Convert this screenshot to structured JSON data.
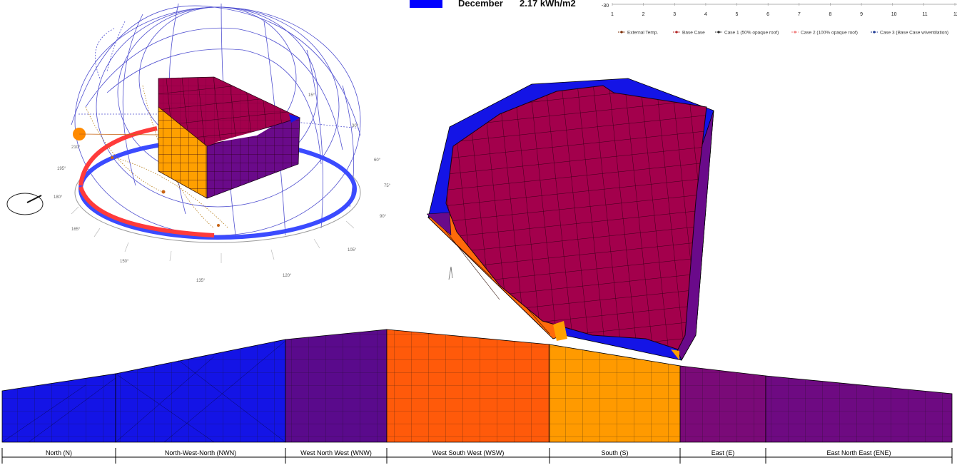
{
  "radiation_legend": {
    "month": "December",
    "value": "2.17 kWh/m2",
    "swatch_color": "#0000ff"
  },
  "temperature_chart": {
    "y_min_label": "-30",
    "x_ticks": [
      "1",
      "2",
      "3",
      "4",
      "5",
      "6",
      "7",
      "8",
      "9",
      "10",
      "11",
      "12"
    ],
    "legend": [
      {
        "label": "External Temp.",
        "color": "#7a2a00"
      },
      {
        "label": "Base Case",
        "color": "#b22222"
      },
      {
        "label": "Case 1 (50% opaque roof)",
        "color": "#222222"
      },
      {
        "label": "Case 2 (100% opaque roof)",
        "color": "#f08080"
      },
      {
        "label": "Case 3 (Base Case w/ventilation)",
        "color": "#1f3a93"
      }
    ]
  },
  "sun_path": {
    "angle_labels": [
      "15°",
      "30°",
      "60°",
      "75°",
      "90°",
      "105°",
      "120°",
      "135°",
      "150°",
      "165°",
      "180°",
      "195°",
      "210°"
    ]
  },
  "elevation_strip": {
    "segments": [
      {
        "label": "North (N)",
        "color": "#1414e6"
      },
      {
        "label": "North-West-North (NWN)",
        "color": "#1414e6"
      },
      {
        "label": "West North West (WNW)",
        "color": "#5a0a8c"
      },
      {
        "label": "West South West (WSW)",
        "color": "#ff5a0a"
      },
      {
        "label": "South (S)",
        "color": "#ff9a00"
      },
      {
        "label": "East (E)",
        "color": "#7a0a78"
      },
      {
        "label": "East North East (ENE)",
        "color": "#6e0a82"
      }
    ]
  },
  "colors": {
    "roof": "#a0004a",
    "blue": "#1414e6",
    "orange": "#ff9a00",
    "purple": "#6a0a8a",
    "sunpath_red": "#ff3b3b",
    "sunpath_blue": "#3b4bff"
  }
}
